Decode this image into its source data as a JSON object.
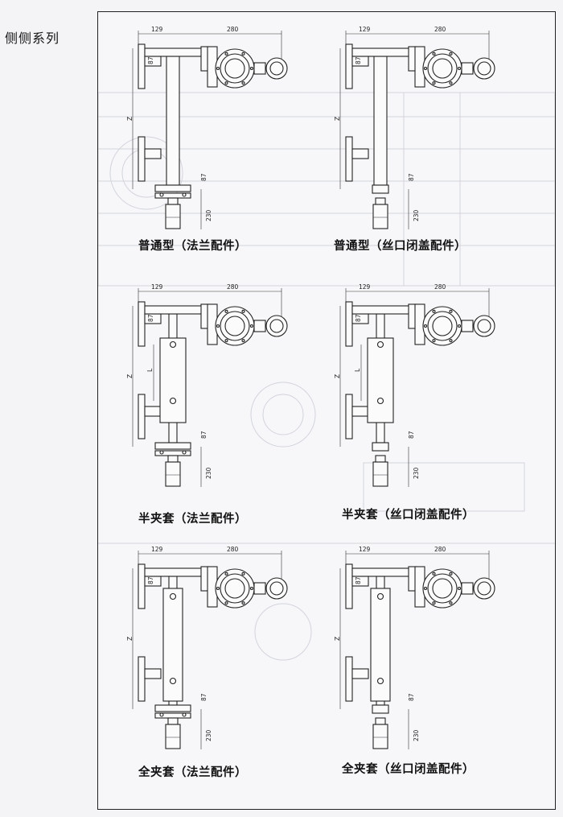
{
  "page": {
    "title": "侧侧系列"
  },
  "labels": {
    "dim_top_left": "129",
    "dim_top_right": "280",
    "dim_flange": "87",
    "dim_bottom": "230",
    "dim_z": "Z",
    "dim_l": "L"
  },
  "diagrams": [
    {
      "id": "1",
      "caption": "普通型（法兰配件）",
      "type": "standard",
      "fitting": "flange"
    },
    {
      "id": "2",
      "caption": "普通型（丝口闭盖配件）",
      "type": "standard",
      "fitting": "thread"
    },
    {
      "id": "3",
      "caption": "半夹套（法兰配件）",
      "type": "half",
      "fitting": "flange"
    },
    {
      "id": "4",
      "caption": "半夹套（丝口闭盖配件）",
      "type": "half",
      "fitting": "thread"
    },
    {
      "id": "5",
      "caption": "全夹套（法兰配件）",
      "type": "full",
      "fitting": "flange"
    },
    {
      "id": "6",
      "caption": "全夹套（丝口闭盖配件）",
      "type": "full",
      "fitting": "thread"
    }
  ]
}
